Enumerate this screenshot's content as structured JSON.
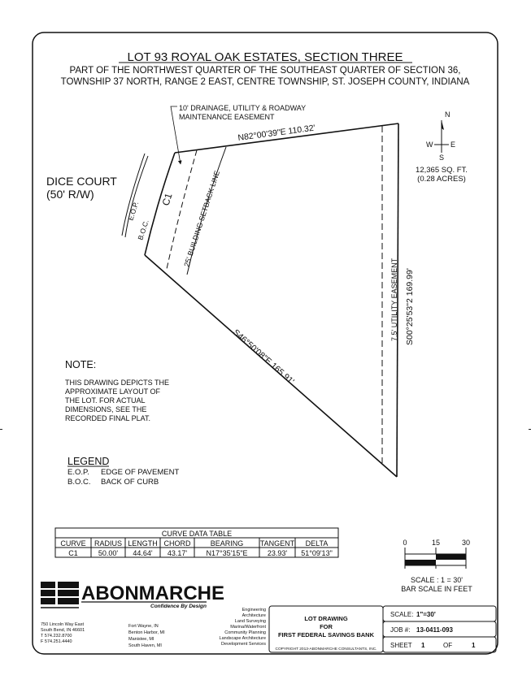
{
  "title": {
    "main": "LOT 93 ROYAL OAK ESTATES, SECTION THREE",
    "line1": "PART OF THE NORTHWEST QUARTER OF THE SOUTHEAST QUARTER OF SECTION 36,",
    "line2": "TOWNSHIP 37 NORTH, RANGE 2 EAST, CENTRE TOWNSHIP, ST. JOSEPH COUNTY, INDIANA"
  },
  "plat": {
    "easement_line1": "10' DRAINAGE, UTILITY & ROADWAY",
    "easement_line2": "MAINTENANCE EASEMENT",
    "north_bearing": "N82°00'39\"E 110.32'",
    "east_bearing": "S00°25'53\"2 169.99'",
    "southwest_bearing": "S46°50'08\"E 165.91'",
    "utility_easement": "7.5' UTILITY EASEMENT",
    "setback": "25' BUILDING SETBACK LINE",
    "curve_label": "C1",
    "eop": "E.O.P.",
    "boc": "B.O.C.",
    "street_name": "DICE COURT",
    "street_rw": "(50' R/W)",
    "area_sqft": "12,365 SQ. FT.",
    "area_acres": "(0.28 ACRES)"
  },
  "compass": {
    "n": "N",
    "s": "S",
    "e": "E",
    "w": "W"
  },
  "note": {
    "heading": "NOTE:",
    "lines": [
      "THIS DRAWING DEPICTS THE",
      "APPROXIMATE LAYOUT OF",
      "THE LOT.  FOR ACTUAL",
      "DIMENSIONS, SEE THE",
      "RECORDED FINAL PLAT."
    ]
  },
  "legend": {
    "heading": "LEGEND",
    "items": [
      {
        "abbr": "E.O.P.",
        "desc": "EDGE OF PAVEMENT"
      },
      {
        "abbr": "B.O.C.",
        "desc": "BACK OF CURB"
      }
    ]
  },
  "curve_table": {
    "title": "CURVE DATA TABLE",
    "headers": [
      "CURVE",
      "RADIUS",
      "LENGTH",
      "CHORD",
      "BEARING",
      "TANGENT",
      "DELTA"
    ],
    "rows": [
      [
        "C1",
        "50.00'",
        "44.64'",
        "43.17'",
        "N17°35'15\"E",
        "23.93'",
        "51°09'13\""
      ]
    ]
  },
  "scale_bar": {
    "ticks": [
      "0",
      "15",
      "30"
    ],
    "scale_text": "SCALE : 1 = 30'",
    "caption": "BAR SCALE IN FEET"
  },
  "company": {
    "name": "ABONMARCHE",
    "tagline": "Confidence By Design",
    "address": [
      "750 Lincoln Way East",
      "South Bend, IN 46601",
      "T 574.232.8700",
      "F 574.251.4440"
    ],
    "offices": [
      "Fort Wayne, IN",
      "Benton Harbor, MI",
      "Manistee, MI",
      "South Haven, MI"
    ],
    "services": [
      "Engineering",
      "Architecture",
      "Land Surveying",
      "Marina/Waterfront",
      "Community Planning",
      "Landscape Architecture",
      "Development Services"
    ]
  },
  "titleblock": {
    "line1": "LOT DRAWING",
    "line2": "FOR",
    "line3": "FIRST FEDERAL SAVINGS BANK",
    "copyright": "COPYRIGHT 2013-ABONMARCHE CONSULTANTS, INC.",
    "scale_label": "SCALE:",
    "scale_value": "1\"=30'",
    "job_label": "JOB #:",
    "job_value": "13-0411-093",
    "sheet_label": "SHEET",
    "sheet_num": "1",
    "of_label": "OF",
    "sheet_total": "1"
  }
}
